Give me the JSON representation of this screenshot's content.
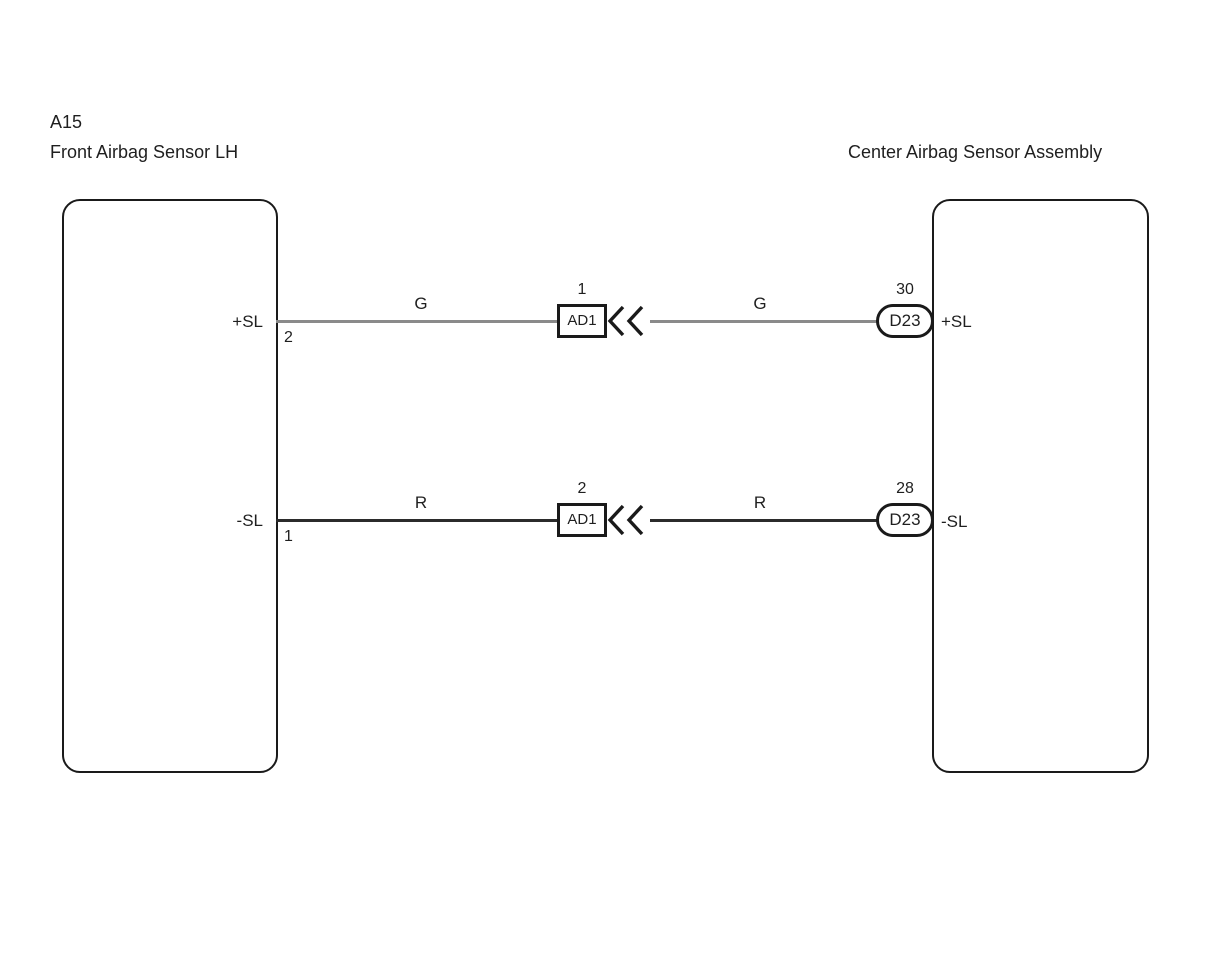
{
  "left_component": {
    "code": "A15",
    "name": "Front Airbag Sensor LH"
  },
  "right_component": {
    "name": "Center Airbag Sensor Assembly"
  },
  "rows": [
    {
      "left_pin_label": "+SL",
      "left_pin_number": "2",
      "wire_color_code_left": "G",
      "wire_color_code_right": "G",
      "wire_hex": "#8a8a8a",
      "inline_connector_pin": "1",
      "inline_connector_code": "AD1",
      "right_connector_pin": "30",
      "right_connector_code": "D23",
      "right_pin_label": "+SL"
    },
    {
      "left_pin_label": "-SL",
      "left_pin_number": "1",
      "wire_color_code_left": "R",
      "wire_color_code_right": "R",
      "wire_hex": "#2b2b2b",
      "inline_connector_pin": "2",
      "inline_connector_code": "AD1",
      "right_connector_pin": "28",
      "right_connector_code": "D23",
      "right_pin_label": "-SL"
    }
  ]
}
